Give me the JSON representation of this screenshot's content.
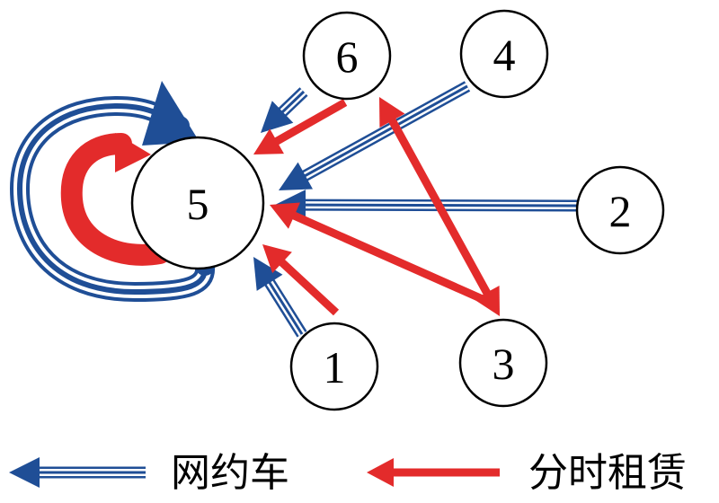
{
  "colors": {
    "ride_hailing": "#1f4e96",
    "time_share_rental": "#e32b2b",
    "node_stroke": "#000000",
    "background": "#ffffff"
  },
  "nodes": [
    {
      "id": "5",
      "label": "5"
    },
    {
      "id": "6",
      "label": "6"
    },
    {
      "id": "4",
      "label": "4"
    },
    {
      "id": "2",
      "label": "2"
    },
    {
      "id": "1",
      "label": "1"
    },
    {
      "id": "3",
      "label": "3"
    }
  ],
  "edges": {
    "ride_hailing": [
      {
        "from": "6",
        "to": "5"
      },
      {
        "from": "4",
        "to": "5"
      },
      {
        "from": "2",
        "to": "5"
      },
      {
        "from": "1",
        "to": "5"
      },
      {
        "from": "5",
        "to": "5"
      }
    ],
    "time_share_rental": [
      {
        "from": "6",
        "to": "5"
      },
      {
        "from": "1",
        "to": "5"
      },
      {
        "from": "3",
        "to": "5"
      },
      {
        "from": "3",
        "to": "6"
      },
      {
        "from": "6",
        "to": "3"
      },
      {
        "from": "5",
        "to": "5"
      }
    ]
  },
  "legend": {
    "ride_hailing_label": "网约车",
    "time_share_rental_label": "分时租赁"
  }
}
